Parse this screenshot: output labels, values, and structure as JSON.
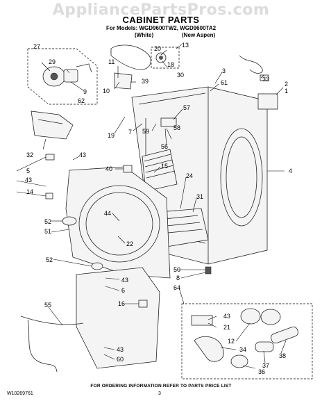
{
  "header": {
    "watermark": "AppliancePartsPros.com",
    "title": "CABINET PARTS",
    "models_line": "For Models: WGD9600TW2, WGD9600TA2",
    "variant_1": "(White)",
    "variant_2": "(New Aspen)"
  },
  "callouts": [
    "27",
    "29",
    "11",
    "20",
    "13",
    "18",
    "30",
    "3",
    "2",
    "1",
    "61",
    "33",
    "9",
    "62",
    "10",
    "39",
    "57",
    "7",
    "59",
    "19",
    "58",
    "32",
    "43",
    "56",
    "15",
    "40",
    "4",
    "5",
    "43",
    "14",
    "24",
    "31",
    "44",
    "52",
    "51",
    "22",
    "52",
    "50",
    "8",
    "64",
    "43",
    "6",
    "16",
    "43",
    "21",
    "55",
    "12",
    "34",
    "43",
    "60",
    "37",
    "38",
    "36"
  ],
  "footer": {
    "ordering_note": "FOR ORDERING INFORMATION REFER TO PARTS PRICE LIST",
    "document_number": "W10269761",
    "page_number": "3"
  }
}
